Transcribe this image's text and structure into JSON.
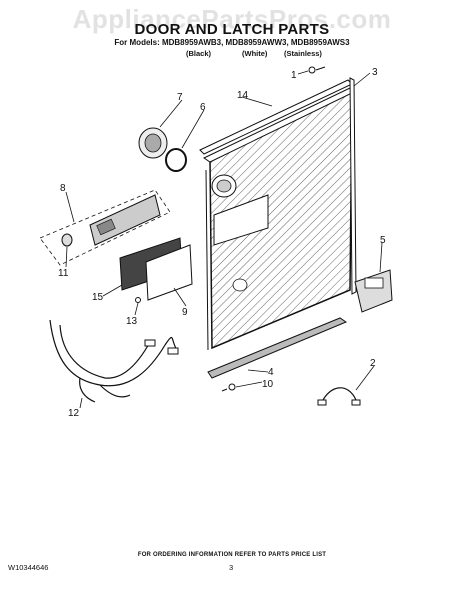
{
  "watermark": "AppliancePartsPros.com",
  "title": "DOOR AND LATCH PARTS",
  "models_line": "For Models: MDB8959AWB3, MDB8959AWW3, MDB8959AWS3",
  "variants": [
    "(Black)",
    "(White)",
    "(Stainless)"
  ],
  "callouts": [
    "1",
    "2",
    "3",
    "4",
    "5",
    "6",
    "7",
    "8",
    "9",
    "10",
    "11",
    "12",
    "13",
    "14",
    "15"
  ],
  "footer_note": "FOR ORDERING INFORMATION REFER TO PARTS PRICE LIST",
  "doc_id": "W10344646",
  "page_number": "3"
}
